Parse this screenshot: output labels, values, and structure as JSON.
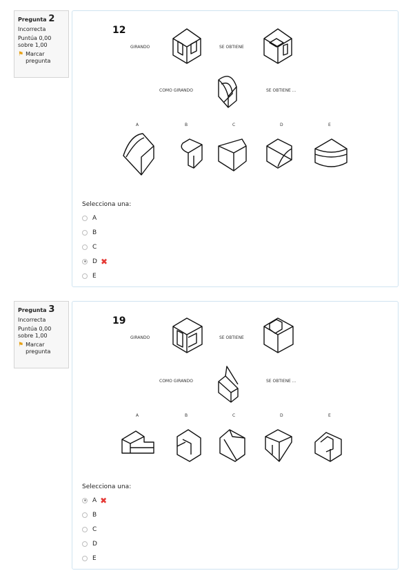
{
  "questions": [
    {
      "label": "Pregunta",
      "number": "2",
      "state": "Incorrecta",
      "grade": "Puntúa 0,00 sobre 1,00",
      "flag_label": "Marcar pregunta",
      "image": {
        "problem_number": "12",
        "text_girando": "GIRANDO",
        "text_se_obtiene": "SE OBTIENE",
        "text_como_girando": "COMO GIRANDO",
        "text_se_obtiene_dots": "SE OBTIENE ...",
        "option_letters": [
          "A",
          "B",
          "C",
          "D",
          "E"
        ]
      },
      "prompt": "Selecciona una:",
      "options": [
        "A",
        "B",
        "C",
        "D",
        "E"
      ],
      "selected": "D",
      "feedback_icon": "cross-icon"
    },
    {
      "label": "Pregunta",
      "number": "3",
      "state": "Incorrecta",
      "grade": "Puntúa 0,00 sobre 1,00",
      "flag_label": "Marcar pregunta",
      "image": {
        "problem_number": "19",
        "text_girando": "GIRANDO",
        "text_se_obtiene": "SE OBTIENE",
        "text_como_girando": "COMO GIRANDO",
        "text_se_obtiene_dots": "SE OBTIENE ...",
        "option_letters": [
          "A",
          "B",
          "C",
          "D",
          "E"
        ]
      },
      "prompt": "Selecciona una:",
      "options": [
        "A",
        "B",
        "C",
        "D",
        "E"
      ],
      "selected": "A",
      "feedback_icon": "cross-icon"
    }
  ],
  "colors": {
    "flag": "#e8a217",
    "wrong": "#e53935",
    "panel_border": "#cfe3f0"
  }
}
